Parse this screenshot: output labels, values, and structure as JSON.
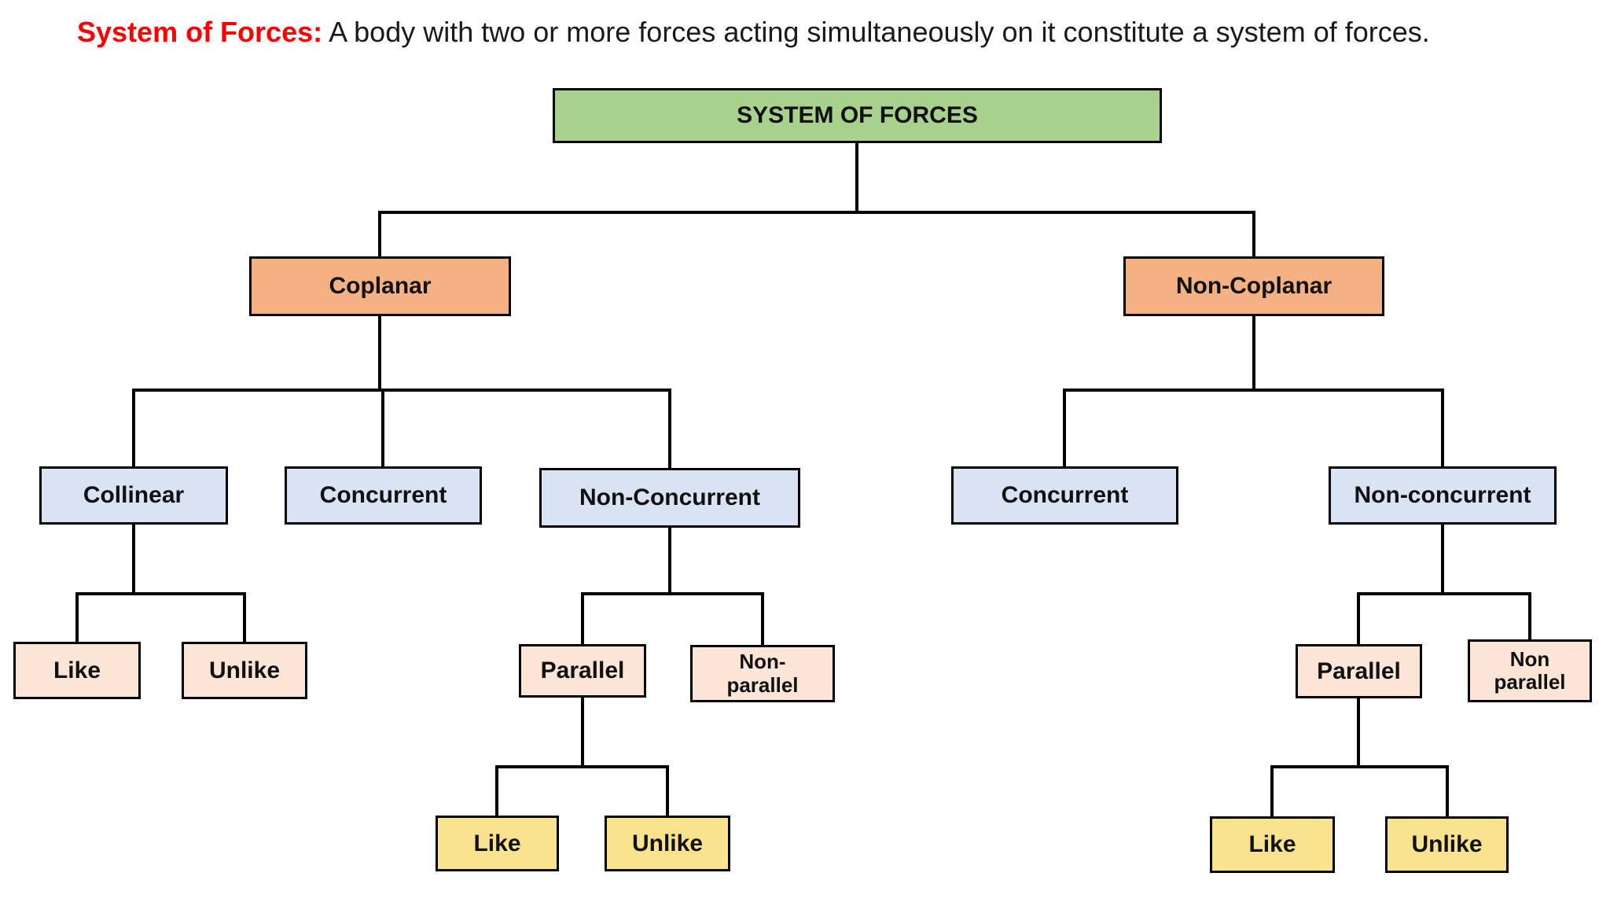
{
  "header": {
    "term": "System of Forces:",
    "definition": " A body with two or more forces acting simultaneously on it constitute a system of forces."
  },
  "colors": {
    "root_fill": "#A9D18E",
    "level1_fill": "#F4B183",
    "level2_fill": "#DAE3F3",
    "level3_fill": "#FBE5D6",
    "level4_fill": "#FAE38F",
    "border": "#000000",
    "connector_line": "#000000",
    "title_accent": "#FF0000",
    "text": "#111111"
  },
  "nodes": {
    "root": {
      "label": "SYSTEM OF FORCES"
    },
    "coplanar": {
      "label": "Coplanar"
    },
    "non_coplanar": {
      "label": "Non-Coplanar"
    },
    "collinear": {
      "label": "Collinear"
    },
    "concurrent_left": {
      "label": "Concurrent"
    },
    "non_concurrent_left": {
      "label": "Non-Concurrent"
    },
    "concurrent_right": {
      "label": "Concurrent"
    },
    "non_concurrent_right": {
      "label": "Non-concurrent"
    },
    "like_collinear": {
      "label": "Like"
    },
    "unlike_collinear": {
      "label": "Unlike"
    },
    "parallel_left": {
      "label": "Parallel"
    },
    "non_parallel_left": {
      "label": "Non-\nparallel"
    },
    "parallel_right": {
      "label": "Parallel"
    },
    "non_parallel_right": {
      "label": "Non\nparallel"
    },
    "like_parallel_left": {
      "label": "Like"
    },
    "unlike_parallel_left": {
      "label": "Unlike"
    },
    "like_parallel_right": {
      "label": "Like"
    },
    "unlike_parallel_right": {
      "label": "Unlike"
    }
  },
  "edges": [
    [
      "root",
      "coplanar"
    ],
    [
      "root",
      "non_coplanar"
    ],
    [
      "coplanar",
      "collinear"
    ],
    [
      "coplanar",
      "concurrent_left"
    ],
    [
      "coplanar",
      "non_concurrent_left"
    ],
    [
      "non_coplanar",
      "concurrent_right"
    ],
    [
      "non_coplanar",
      "non_concurrent_right"
    ],
    [
      "collinear",
      "like_collinear"
    ],
    [
      "collinear",
      "unlike_collinear"
    ],
    [
      "non_concurrent_left",
      "parallel_left"
    ],
    [
      "non_concurrent_left",
      "non_parallel_left"
    ],
    [
      "non_concurrent_right",
      "parallel_right"
    ],
    [
      "non_concurrent_right",
      "non_parallel_right"
    ],
    [
      "parallel_left",
      "like_parallel_left"
    ],
    [
      "parallel_left",
      "unlike_parallel_left"
    ],
    [
      "parallel_right",
      "like_parallel_right"
    ],
    [
      "parallel_right",
      "unlike_parallel_right"
    ]
  ]
}
